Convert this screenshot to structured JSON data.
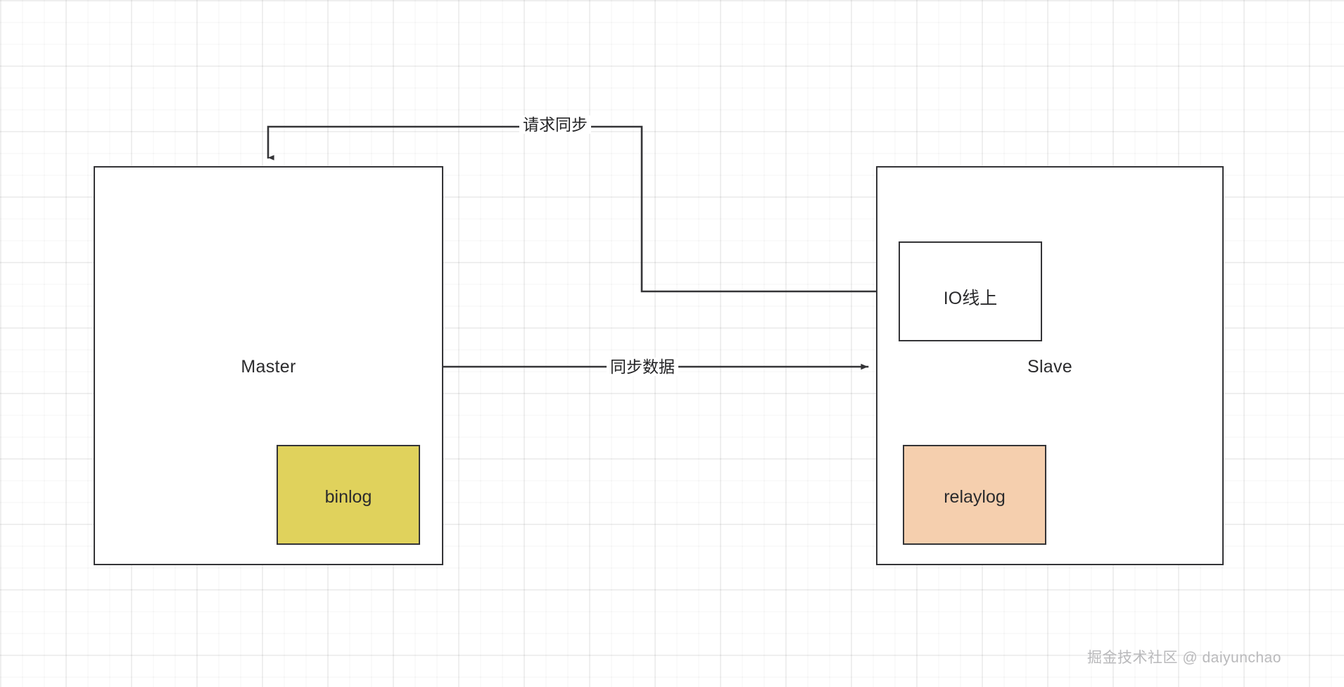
{
  "diagram": {
    "title": "MySQL master-slave replication",
    "nodes": {
      "master": {
        "label": "Master"
      },
      "slave": {
        "label": "Slave"
      },
      "io_thread": {
        "label": "IO线上"
      },
      "binlog": {
        "label": "binlog"
      },
      "relaylog": {
        "label": "relaylog"
      }
    },
    "edges": {
      "request_sync": {
        "label": "请求同步"
      },
      "sync_data": {
        "label": "同步数据"
      }
    },
    "colors": {
      "stroke": "#343437",
      "node_fill": "#ffffff",
      "binlog_fill": "#e0d25c",
      "relaylog_fill": "#f5cfae",
      "grid": "#eaeaea",
      "text": "#2b2b2d",
      "watermark": "#b9b9bb"
    }
  },
  "watermark": {
    "text": "掘金技术社区 @ daiyunchao"
  }
}
